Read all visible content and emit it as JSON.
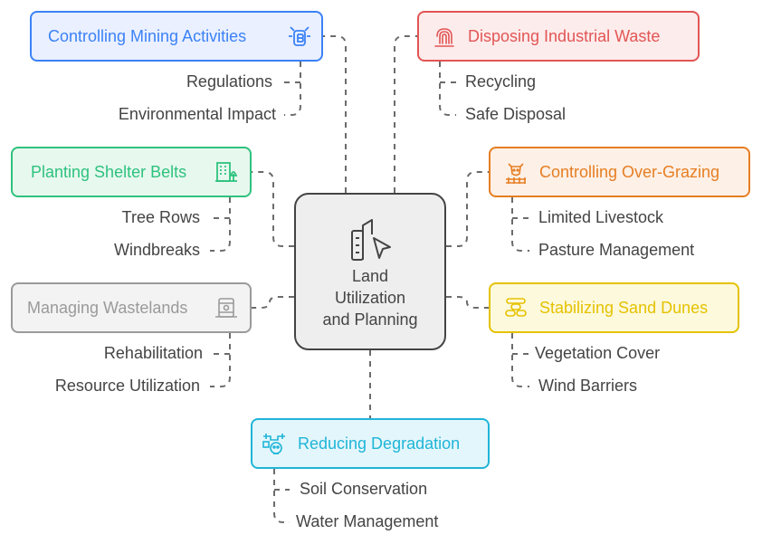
{
  "center": {
    "lines": [
      "Land",
      "Utilization",
      "and Planning"
    ],
    "icon": "factory-cursor-icon"
  },
  "topics": [
    {
      "title": "Controlling Mining Activities",
      "icon": "mining-bitcoin-icon",
      "color": "#3b82f6",
      "bg": "#eaf0ff",
      "items": [
        "Regulations",
        "Environmental Impact"
      ]
    },
    {
      "title": "Disposing Industrial Waste",
      "icon": "fingerprint-icon",
      "color": "#e25555",
      "bg": "#fdecec",
      "items": [
        "Recycling",
        "Safe Disposal"
      ]
    },
    {
      "title": "Planting Shelter Belts",
      "icon": "building-tree-icon",
      "color": "#2ec27e",
      "bg": "#e7f8ef",
      "items": [
        "Tree Rows",
        "Windbreaks"
      ]
    },
    {
      "title": "Controlling Over-Grazing",
      "icon": "cow-fence-icon",
      "color": "#e67e22",
      "bg": "#fdf0e6",
      "items": [
        "Limited Livestock",
        "Pasture Management"
      ]
    },
    {
      "title": "Managing Wastelands",
      "icon": "waste-barrel-icon",
      "color": "#9a9a9a",
      "bg": "#f3f3f3",
      "items": [
        "Rehabilitation",
        "Resource Utilization"
      ]
    },
    {
      "title": "Stabilizing Sand Dunes",
      "icon": "sandbags-icon",
      "color": "#e5c200",
      "bg": "#fdf9dc",
      "items": [
        "Vegetation Cover",
        "Wind Barriers"
      ]
    },
    {
      "title": "Reducing Degradation",
      "icon": "skull-pipes-icon",
      "color": "#1fb5d8",
      "bg": "#e3f6fb",
      "items": [
        "Soil Conservation",
        "Water Management"
      ]
    }
  ]
}
